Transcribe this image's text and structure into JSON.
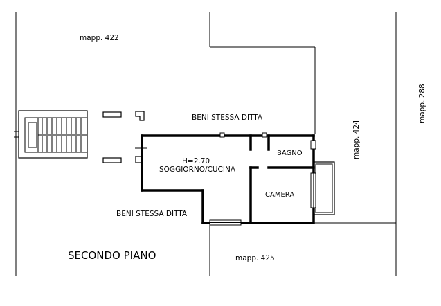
{
  "labels": {
    "mapp_422": "mapp. 422",
    "mapp_424": "mapp. 424",
    "mapp_288": "mapp. 288",
    "mapp_425": "mapp. 425",
    "beni_top": "BENI STESSA DITTA",
    "beni_bottom": "BENI STESSA DITTA",
    "height": "H=2.70",
    "soggiorno": "SOGGIORNO/CUCINA",
    "bagno": "BAGNO",
    "camera": "CAMERA",
    "floor_title": "SECONDO PIANO"
  }
}
